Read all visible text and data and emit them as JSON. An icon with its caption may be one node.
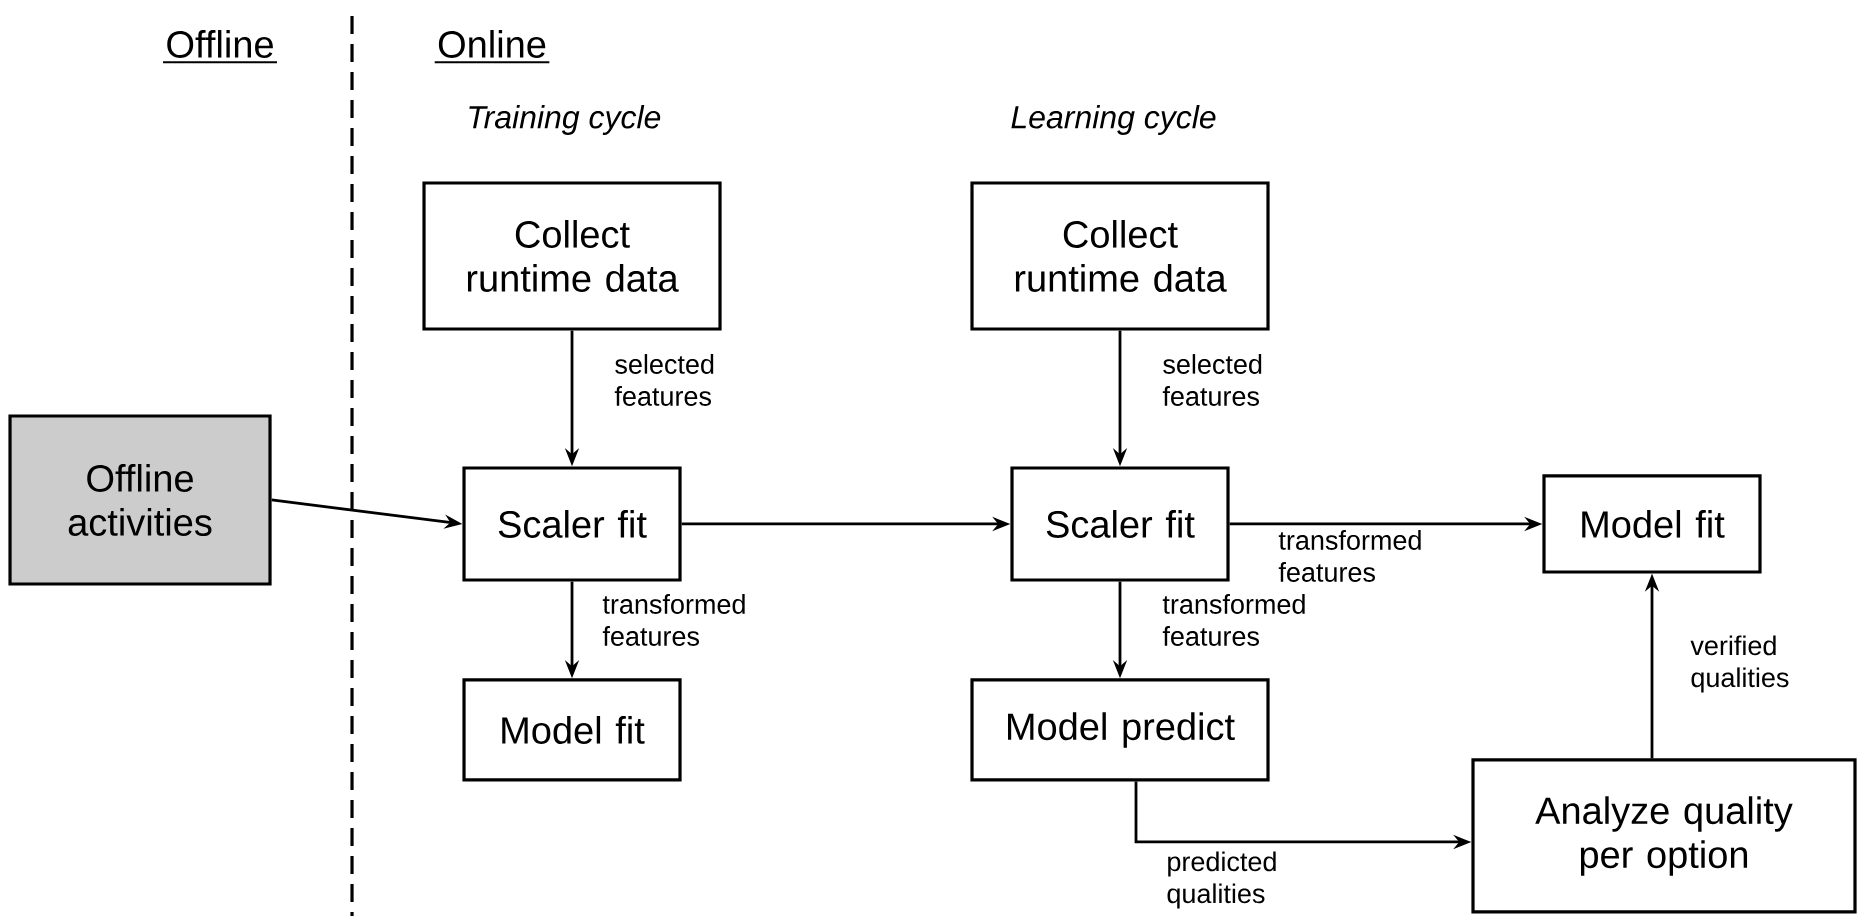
{
  "diagram": {
    "nodes": [
      {
        "text": [
          "Offline activities"
        ]
      },
      {
        "text": [
          "Collect runtime data"
        ]
      },
      {
        "text": [
          "Scaler fit"
        ]
      },
      {
        "text": [
          "Model fit"
        ]
      },
      {
        "text": [
          "Collect runtime data"
        ]
      },
      {
        "text": [
          "Scaler fit"
        ]
      },
      {
        "text": [
          "Model predict"
        ]
      },
      {
        "text": [
          "Model fit"
        ]
      },
      {
        "text": [
          "Analyze quality per option"
        ]
      }
    ],
    "edges": [
      {
        "from": 0,
        "to": 2,
        "arrow": "to"
      },
      {
        "from": 1,
        "to": 2,
        "arrow": "to",
        "label": "selected features"
      },
      {
        "from": 2,
        "to": 3,
        "arrow": "to",
        "label": "transformed features"
      },
      {
        "from": 2,
        "to": 5,
        "arrow": "to"
      },
      {
        "from": 4,
        "to": 5,
        "arrow": "to",
        "label": "selected features"
      },
      {
        "from": 5,
        "to": 6,
        "arrow": "to",
        "label": "transformed features"
      },
      {
        "from": 5,
        "to": 7,
        "arrow": "to",
        "label": "transformed features"
      },
      {
        "from": 6,
        "to": 8,
        "arrow": "to",
        "label": "predicted qualities"
      },
      {
        "from": 8,
        "to": 7,
        "arrow": "to",
        "label": "verified qualities"
      }
    ],
    "labels": [
      "Offline",
      "Online",
      "Training cycle",
      "Learning cycle"
    ]
  }
}
